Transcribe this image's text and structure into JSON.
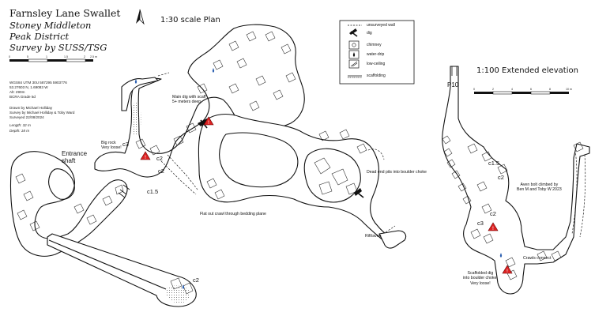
{
  "header": {
    "title": "Farnsley Lane Swallet",
    "location": "Stoney Middleton",
    "district": "Peak District",
    "survey_by": "Survey by SUSS/TSG",
    "scale_ticks": [
      "0",
      "5",
      "1",
      "1.5",
      "2",
      "2.5 m"
    ]
  },
  "metadata": {
    "lines": [
      "WGS84 UTM 30U 587295 5903776",
      "53.27603 N, 1.69083 W",
      "Alt: 290m",
      "BCRA Grade 5d"
    ],
    "credits": [
      "Drawn by Michael Holliday",
      "Survey by Michael Holliday & Toby Ward",
      "Surveyed 22/08/2024"
    ],
    "length": "Length: 32 m",
    "depth": "Depth: 18 m"
  },
  "plan": {
    "heading": "1:30 scale Plan",
    "labels": {
      "entrance": "Entrance\nshaft",
      "big_rock": "Big rock\nVery loose!",
      "main_dig": "Main dig with scaff\n5+ meters deep",
      "flat_crawl": "Flat out crawl through bedding plane",
      "dead_end": "Dead end pits into boulder choke",
      "rift": "Rift/aven",
      "c3": "c3",
      "c2_a": "c2",
      "c2_b": "c2",
      "c2_sump": "c2",
      "c15": "c1.5"
    }
  },
  "legend": {
    "items": [
      {
        "label": "unsurveyed wall",
        "icon": "dashed-line-icon"
      },
      {
        "label": "dig",
        "icon": "pick-icon"
      },
      {
        "label": "chimney",
        "icon": "chimney-icon"
      },
      {
        "label": "water-drip",
        "icon": "drip-icon"
      },
      {
        "label": "low-ceiling",
        "icon": "low-ceiling-icon"
      },
      {
        "label": "scaffolding",
        "icon": "scaffold-icon"
      }
    ]
  },
  "elevation": {
    "heading": "1:100 Extended elevation",
    "scale_ticks": [
      "0",
      "2",
      "4",
      "6",
      "8",
      "10 m"
    ],
    "labels": {
      "p10": "P10",
      "c15": "c1.5",
      "c2_a": "c2",
      "c2_b": "c2",
      "c3": "c3",
      "aven": "Aven bolt climbed by\nBen M and Toby W 2023",
      "crawls": "Crawls connect",
      "scaffolded": "Scaffolded dig\ninto boulder choke.\nVery loose!"
    }
  }
}
